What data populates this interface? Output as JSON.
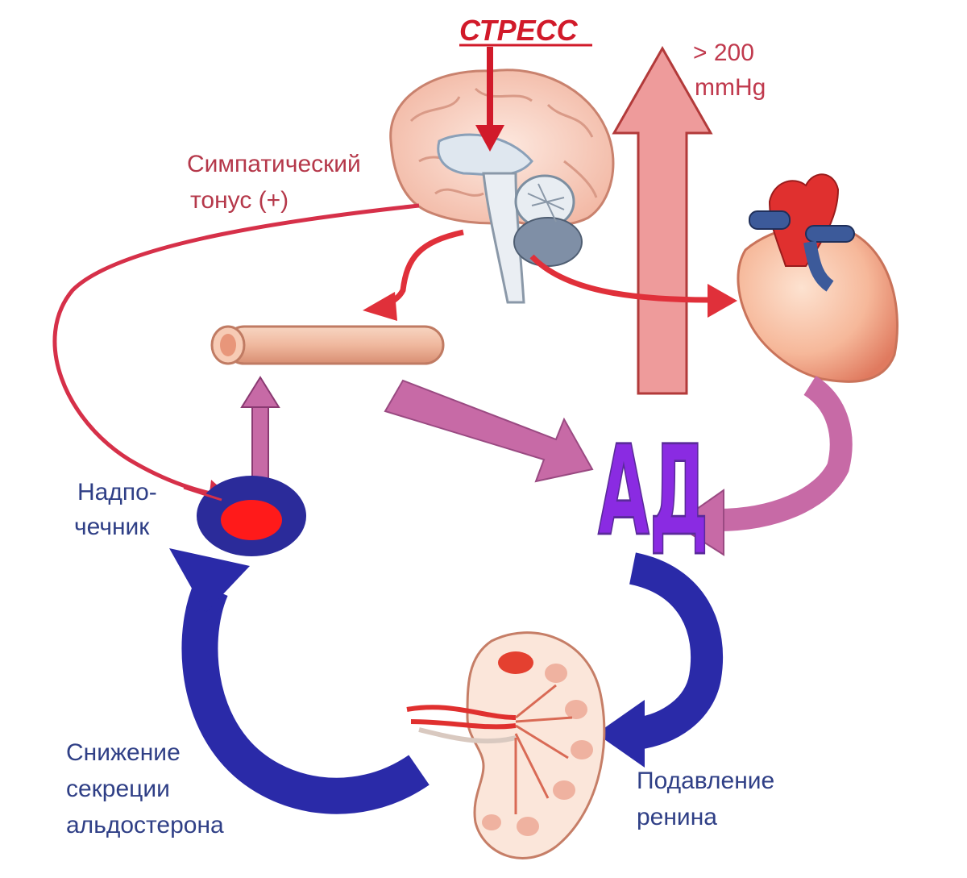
{
  "labels": {
    "stress": "СТРЕСС",
    "pressure_line1": "> 200",
    "pressure_line2": "mmHg",
    "sympathetic_line1": "Симпатический",
    "sympathetic_line2": "тонус   (+)",
    "adrenal_line1": "Надпо-",
    "adrenal_line2": "чечник",
    "bp": "АД",
    "aldosterone_line1": "Снижение",
    "aldosterone_line2": "секреции",
    "aldosterone_line3": "альдостерона",
    "renin_line1": "Подавление",
    "renin_line2": "ренина"
  },
  "icons": [
    "brain-icon",
    "heart-icon",
    "kidney-icon",
    "adrenal-gland-icon",
    "blood-vessel-icon"
  ],
  "colors": {
    "red_arrow": "#e0303a",
    "pressure_arrow_fill": "#ee9b9b",
    "pressure_arrow_stroke": "#b23a3a",
    "pink_arrow": "#c76aa6",
    "blue_arrow": "#2a2aa8",
    "adrenal_outer": "#2b2b9a",
    "adrenal_inner": "#ff1a1a",
    "bp_text": "#8a2be2"
  }
}
